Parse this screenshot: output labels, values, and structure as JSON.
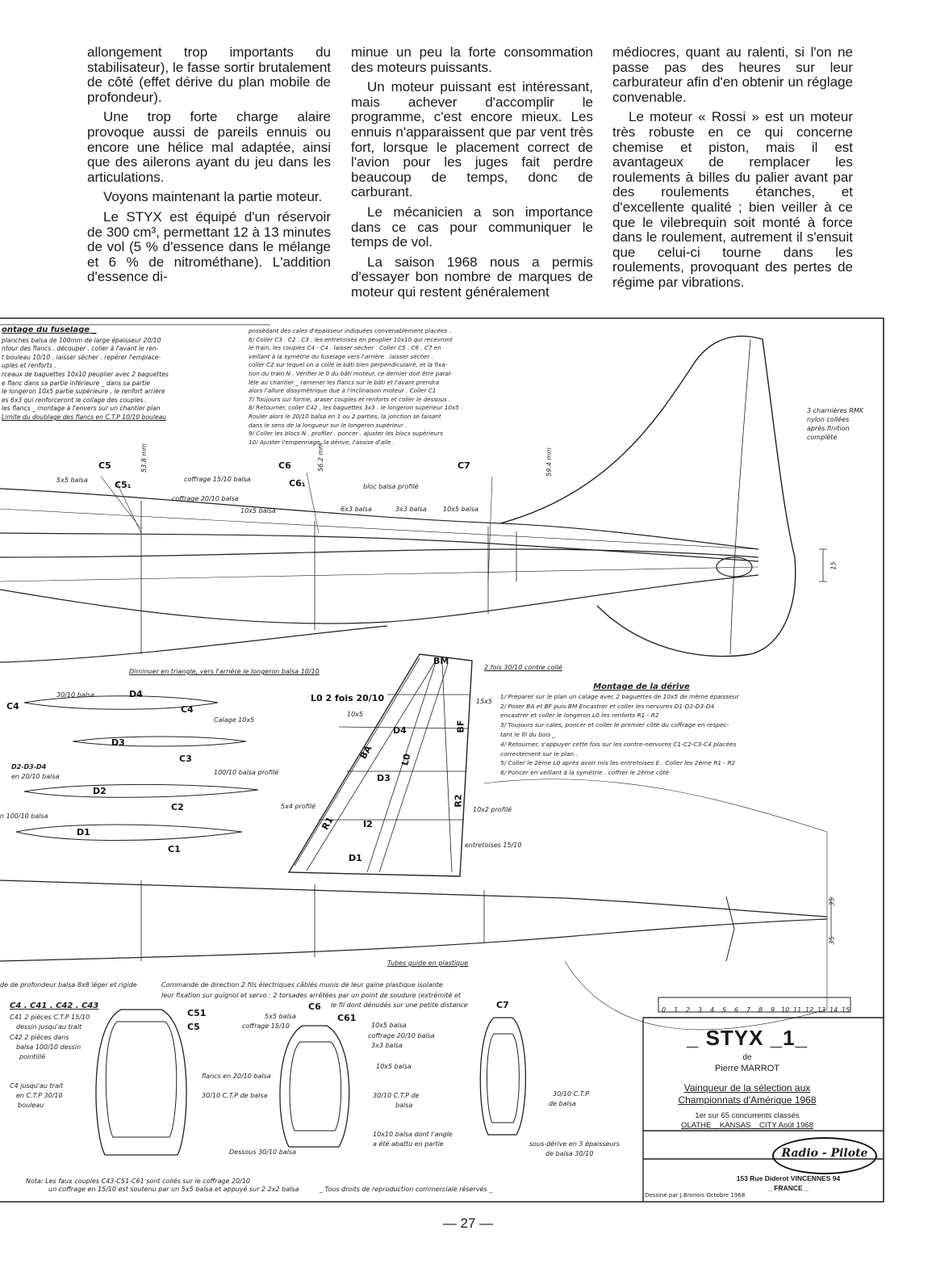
{
  "article": {
    "col1": [
      "allongement trop importants du stabilisateur), le fasse sortir brutalement de côté (effet dérive du plan mobile de profondeur).",
      "Une trop forte charge alaire provoque aussi de pareils ennuis ou encore une hélice mal adaptée, ainsi que des ailerons ayant du jeu dans les articulations.",
      "Voyons maintenant la partie moteur.",
      "Le STYX est équipé d'un réservoir de 300 cm³, permettant 12 à 13 minutes de vol (5 % d'essence dans le mélange et 6 % de nitrométhane). L'addition d'essence di-"
    ],
    "col2": [
      "minue un peu la forte consommation des moteurs puissants.",
      "Un moteur puissant est intéressant, mais achever d'accomplir le programme, c'est encore mieux. Les ennuis n'apparaissent que par vent très fort, lorsque le placement correct de l'avion pour les juges fait perdre beaucoup de temps, donc de carburant.",
      "Le mécanicien a son importance dans ce cas pour communiquer le temps de vol.",
      "La saison 1968 nous a permis d'essayer bon nombre de marques de moteur qui restent généralement"
    ],
    "col3": [
      "médiocres, quant au ralenti, si l'on ne passe pas des heures sur leur carburateur afin d'en obtenir un réglage convenable.",
      "Le moteur « Rossi » est un moteur très robuste en ce qui concerne chemise et piston, mais il est avantageux de remplacer les roulements à billes du palier avant par des roulements étanches, et d'excellente qualité ; bien veiller à ce que le vilebrequin soit monté à force dans le roulement, autrement il s'ensuit que celui-ci tourne dans les roulements, provoquant des pertes de régime par vibrations."
    ]
  },
  "plan": {
    "fuselage_notes": {
      "title": "ontage du fuselage _",
      "lines": [
        "planches balsa de 100mm de large épaisseur 20/10",
        "ntour des flancs . découper . coller à l'avant le ren-",
        "t bouleau 10/10 . laisser sécher . repérer l'emplace-",
        "uples et renforts .",
        "rceaux de baguettes 10x10 peuplier avec 2 baguettes",
        "e flanc dans sa partie inférieure _ dans sa partie",
        "le longeron 10x5 partie supérieure , le renfort arrière",
        "es 6x3 qui renforceront le collage des couples .",
        "les flancs _ montage à l'envers sur un chantier plan",
        "Limite du doublage des flancs en C.T.P 10/10 bouleau"
      ]
    },
    "center_notes": [
      "possèdant des cales d'épaisseur indiquées convenablement placées .",
      "6/ Coller C3 . C2 . C3 . les entretoises en peuplier 10x10 qui recevront",
      "le train, les couples C4 - C4 . laisser sécher . Coller C5 . C6 . C7 en",
      "veillant à la symétrie du fuselage vers l'arrière . laisser sécher .",
      "coller C2 sur lequel on a collé le bâti bien perpendiculaire, et la fixa-",
      "tion du train N . Vérifier le 0 du bâti moteur, ce dernier doit être paral-",
      "lèle au chantier _ ramener les flancs sur le bâti et l'avant prendra",
      "alors l'allure dissymétrique due à l'inclinaison moteur . Coller C1",
      "7/ Toujours sur forme, araser couples et renforts et coller le dessous .",
      "8/ Retourner, coller C42 , les baguettes 3x3 . le longeron supérieur 10x5 .",
      "Rouler alors le 20/10 balsa en 1 ou 2 parties, la jonction se faisant",
      "dans le sens de la longueur sur le longeron supérieur .",
      "9/ Coller les blocs N . profiler . poncer . ajuster les blocs supérieurs",
      "10/ Ajuster l'empennage, la dérive, l'assise d'aile ."
    ],
    "derive_notes": {
      "title": "Montage de la dérive",
      "lines": [
        "1/ Préparer sur le plan un calage avec 2 baguettes de 10x5 de même épaisseur",
        "2/ Poser BA et BF puis BM  Encastrer et coller les nervures D1-D2-D3-D4",
        "encastrer et coller le longeron L0  les renforts R1 - R2",
        "3/ Toujours sur cales, poncer et coller le premier côté du coffrage en respec-",
        "tant le fil du bois _",
        "4/ Retourner, s'appuyer cette fois sur les contre-nervures C1-C2-C3-C4 placées",
        "correctement sur le plan .",
        "5/ Coller le 2ème L0 après avoir mis les entretoises E . Coller les 2ème R1 - R2",
        "6/ Poncer en veillant à la symétrie . coffrer le 2ème côté"
      ]
    },
    "labels": {
      "C5": "C5",
      "C5_1": "C5₁",
      "C6": "C6",
      "C6_1": "C6₁",
      "C7": "C7",
      "balsa5x5": "5x5 balsa",
      "coffrage15": "coffrage 15/10 balsa",
      "coffrage20": "coffrage 20/10 balsa",
      "balsa10x5": "10x5 balsa",
      "balsa6x3": "6x3 balsa",
      "balsa3x3": "3x3 balsa",
      "balsa10x5b": "10x5 balsa",
      "bloc": "bloc balsa profilé",
      "dim1": "53.8 mm",
      "dim2": "56.2 mm",
      "dim3": "59.4 mm",
      "charnieres": [
        "3 charnières RMK",
        "nylon collées",
        "après finition",
        "complète"
      ],
      "diminuer": "Diminuer en triangle, vers l'arrière le longeron balsa 10/10",
      "fois30": "2 fois 30/10 contre collé",
      "L0": "L0 2 fois 20/10",
      "balsa30": "30/10 balsa",
      "ten5": "10x5",
      "fifteen5": "15x5",
      "D1": "D1",
      "D2": "D2",
      "D3": "D3",
      "D4": "D4",
      "C1": "C1",
      "C2": "C2",
      "C3": "C3",
      "C4": "C4",
      "calage": "Calage 10x5",
      "profile100": "100/10 balsa profilé",
      "d2d3d4": "D2-D3-D4",
      "en20": "en 20/10 balsa",
      "n100": "n 100/10 balsa",
      "BM": "BM",
      "BA": "BA",
      "BF": "BF",
      "LO": "L0",
      "R2": "R2",
      "R1": "R1",
      "I2": "I2",
      "profile5x4": "5x4 profilé",
      "profile10x2": "10x2 profilé",
      "entretoises": "entretoises 15/10",
      "tubes": "Tubes guide en plastique",
      "dim35a": "35",
      "dim35b": "35",
      "dim15": "15",
      "profondeur": "de de profondeur balsa 8x8 léger et rigide",
      "commande": "Commande de direction 2 fils électriques câblés munis de leur gaine plastique isolante",
      "commande2": "leur fixation sur guignol et servo : 2 torsades arrêtées par un point de soudure (extrémité et",
      "commande3": "le fil dont dénudés sur une petite distance",
      "c4list": "C4 . C41 . C42 . C43",
      "c41": "C41 2 pièces C.T.P 15/10",
      "c41b": "dessin jusqu'au trait",
      "c42": "C42 2 pièces dans",
      "c42b": "balsa 100/10  dessin",
      "c42c": "pointillé",
      "c4b": "C4  jusqu'au trait",
      "c4c": "en C.T.P 30/10",
      "c4d": "bouleau",
      "sC5_1": "C51",
      "sC5": "C5",
      "sC6": "C6",
      "sC6_1": "C61",
      "sC7": "C7",
      "s5x5": "5x5 balsa",
      "scoff15": "coffrage 15/10",
      "s10x5": "10x5 balsa",
      "scoff20": "coffrage 20/10 balsa",
      "s3x3": "3x3 balsa",
      "s10x5b": "10x5 balsa",
      "flancs": "flancs en 20/10 balsa",
      "ctp30": "30/10 C.T.P de balsa",
      "ctp30b": "30/10 C.T.P de",
      "ctp30c": "balsa",
      "ctp30d": "30/10 C.T.P",
      "ctp30e": "de balsa",
      "angle": "10x10 balsa dont l'angle",
      "angle2": "a été abattu en partie",
      "dessous": "Dessous 30/10 balsa",
      "sousderive": "sous-dérive en 3 épaisseurs",
      "sousderive2": "de balsa 30/10",
      "nota": "Nota: Les faux couples C43-C51-C61 sont collés sur le coffrage 20/10",
      "nota2": "un coffrage en 15/10 est soutenu par un 5x5 balsa et appuyé sur 2 2x2 balsa",
      "droits": "_ Tous droits de reproduction commerciale réservés _"
    },
    "scale": [
      "0",
      "1",
      "2",
      "3",
      "4",
      "5",
      "6",
      "7",
      "8",
      "9",
      "10",
      "11",
      "12",
      "13",
      "14",
      "15"
    ]
  },
  "title_block": {
    "title": "_ STYX _1_",
    "de": "de",
    "author": "Pierre   MARROT",
    "line1": "Vainqueur de la sélection aux",
    "line2": "Championnats d'Amérique 1968",
    "line3": "1er  sur  65  concurrents classés",
    "line4": "OLATHE _ KANSAS _ CITY    Août  1968",
    "publisher": "Radio - Pilote",
    "address": "153 Rue Diderot  VINCENNES  94",
    "country": "_ FRANCE _",
    "drawn": "Dessiné par J.Bronois  Octobre  1968"
  },
  "page_number": "— 27 —"
}
